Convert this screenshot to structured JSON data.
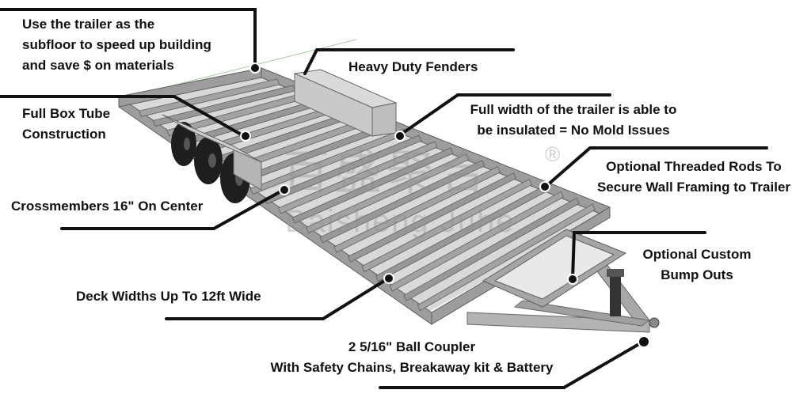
{
  "labels": {
    "subfloor": [
      "Use the trailer as the",
      "subfloor to speed up building",
      "and save $ on materials"
    ],
    "fenders": [
      "Heavy Duty Fenders"
    ],
    "box_tube": [
      "Full Box Tube",
      "Construction"
    ],
    "insulated": [
      "Full width of the trailer is able to",
      "be insulated = No Mold Issues"
    ],
    "threaded_rods": [
      "Optional Threaded Rods To",
      "Secure Wall Framing to Trailer"
    ],
    "crossmembers": [
      "Crossmembers 16\" On Center"
    ],
    "bump_outs": [
      "Optional Custom",
      "Bump Outs"
    ],
    "deck_widths": [
      "Deck Widths Up To 12ft Wide"
    ],
    "coupler": [
      "2 5/16\" Ball Coupler",
      "With Safety Chains, Breakaway kit & Battery"
    ]
  },
  "watermark": {
    "cjk": "百盛聚合",
    "latin": "Baisheng Juhe",
    "reg": "®"
  },
  "colors": {
    "line": "#111111",
    "frame": "#9a9a9a",
    "frame_dark": "#6f6f6f",
    "deck_shadow": "#d7d7d7",
    "tire": "#1e1e1e",
    "fender": "#c4c4c4"
  }
}
